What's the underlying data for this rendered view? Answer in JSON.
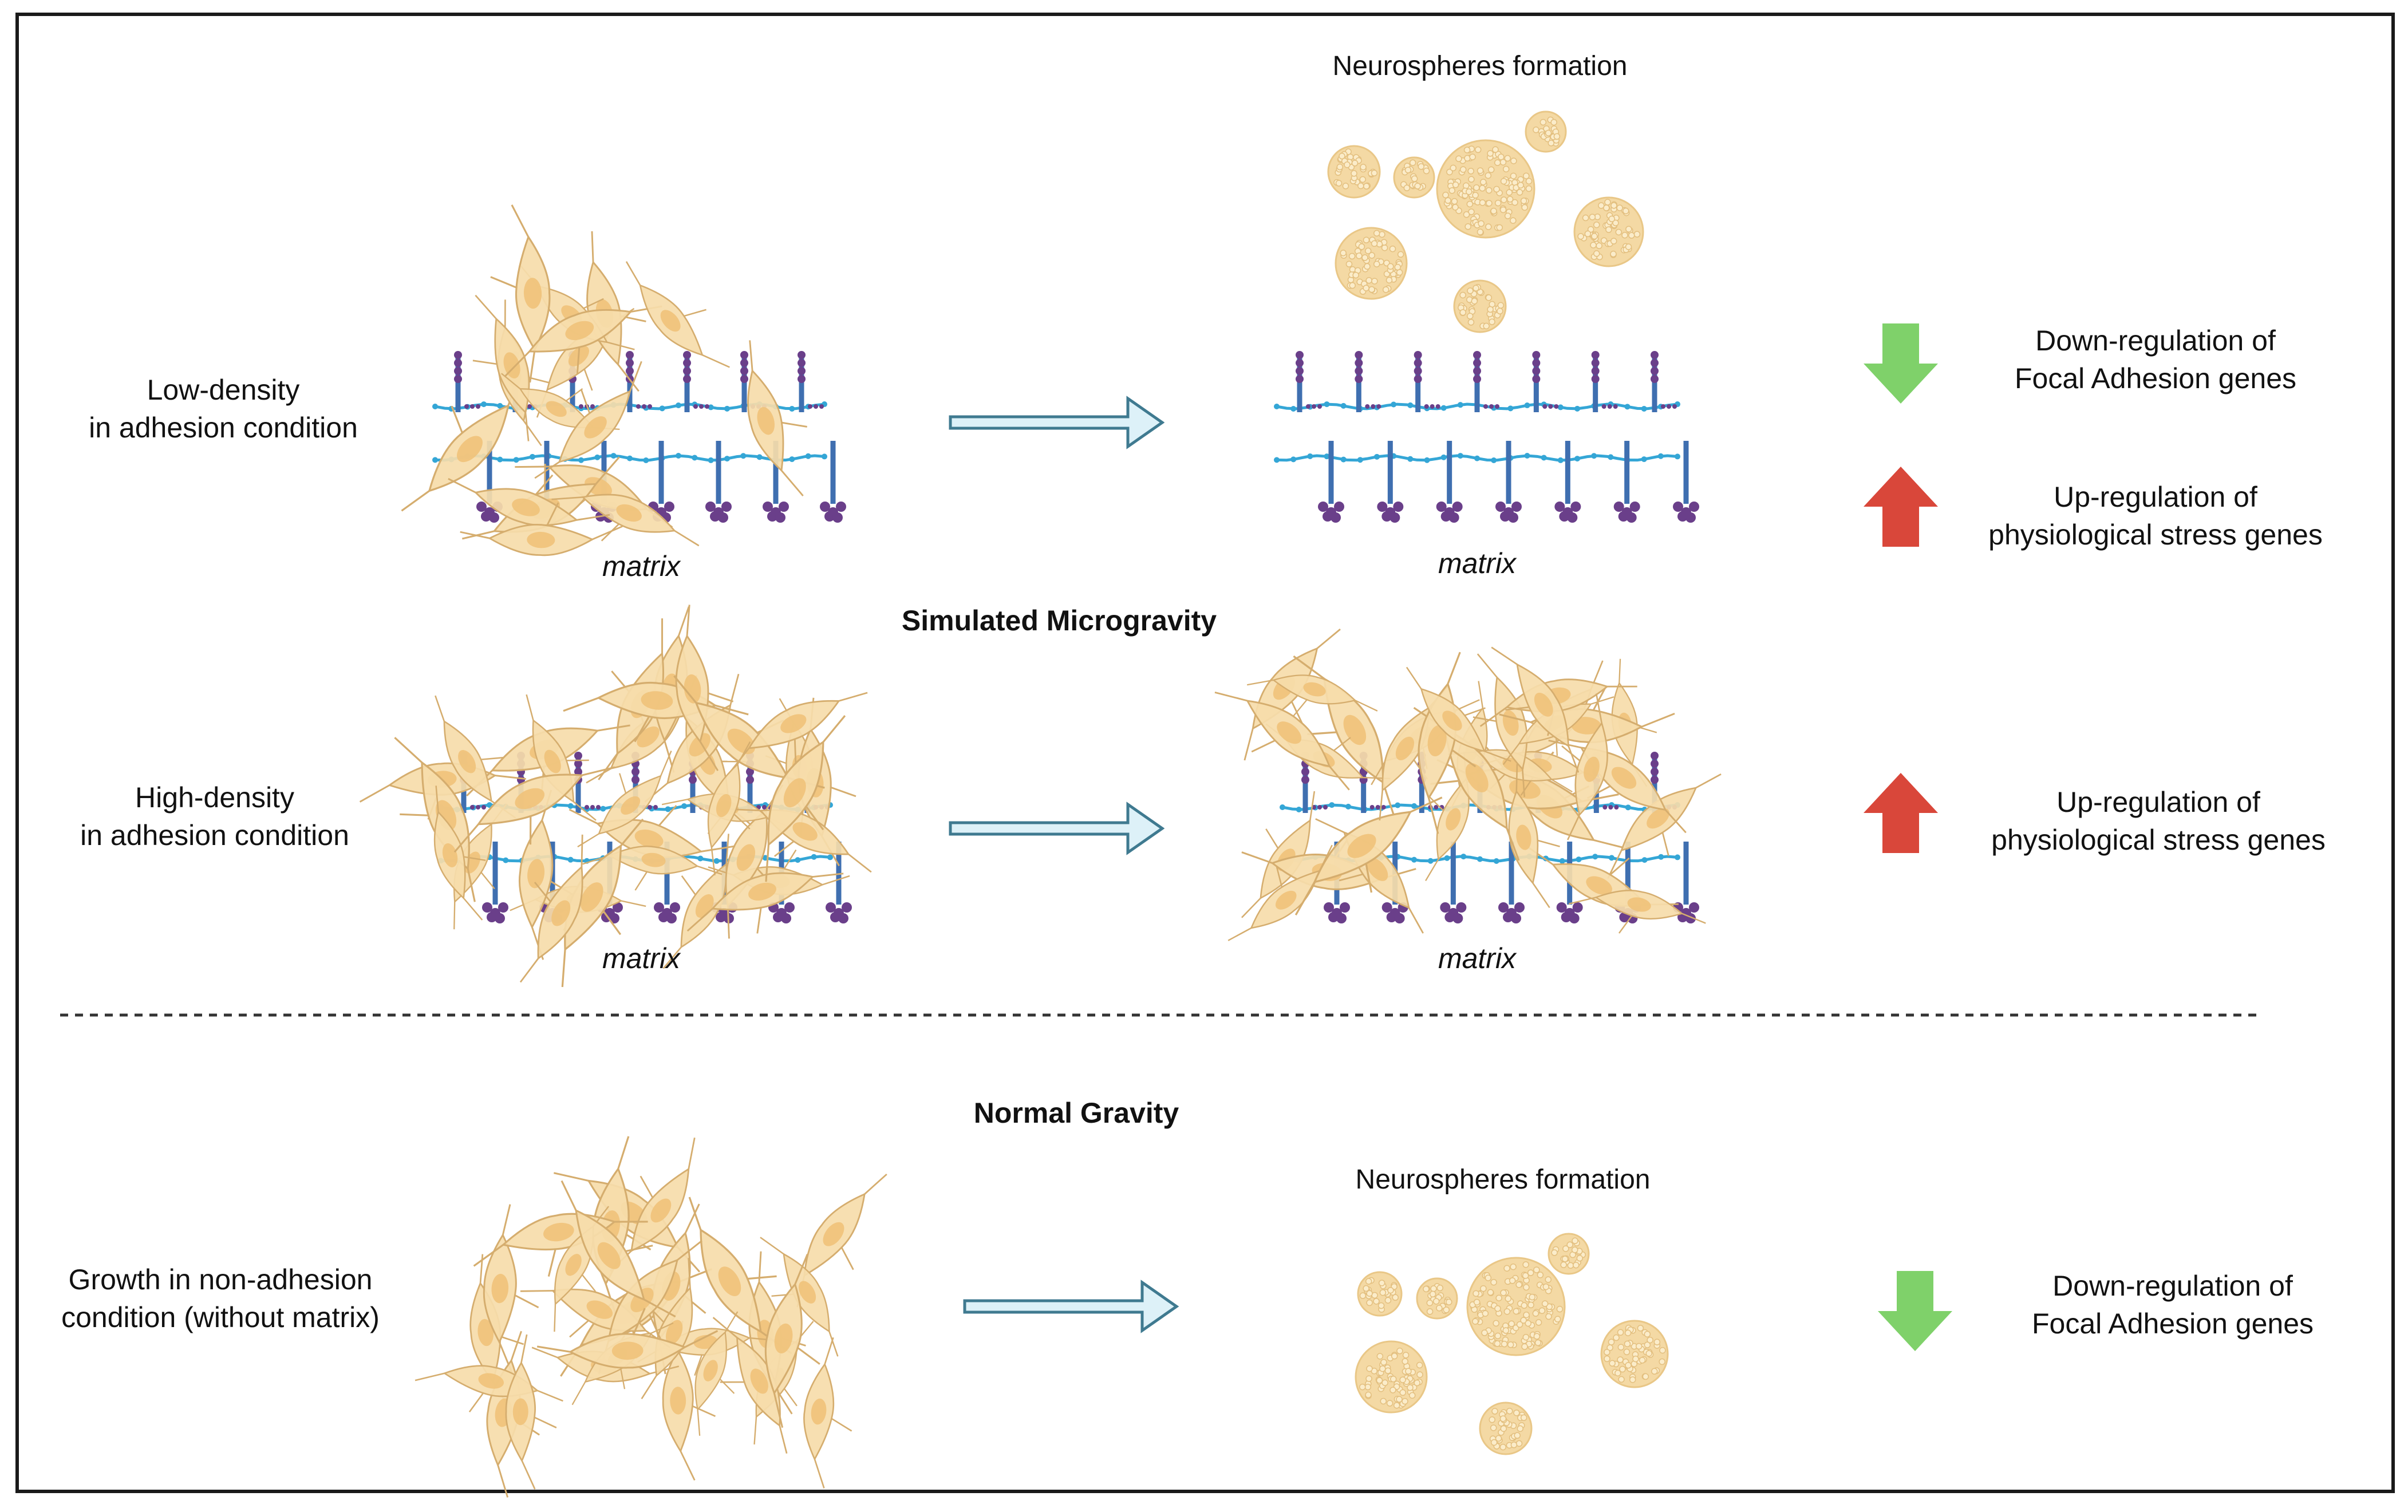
{
  "labels": {
    "low_density": [
      "Low-density",
      "in adhesion condition"
    ],
    "high_density": [
      "High-density",
      "in adhesion condition"
    ],
    "non_adhesion": [
      "Growth in non-adhesion",
      "condition (without matrix)"
    ],
    "matrix": "matrix",
    "neurospheres": "Neurospheres formation",
    "simulated": "Simulated Microgravity",
    "normal": "Normal Gravity"
  },
  "outcomes": {
    "down_focal": [
      "Down-regulation of",
      "Focal Adhesion genes"
    ],
    "up_stress": [
      "Up-regulation of",
      "physiological stress genes"
    ]
  },
  "colors": {
    "down_arrow": "#7fd16a",
    "up_arrow": "#d9473a",
    "process_arrow_fill": "#ddf1f8",
    "process_arrow_stroke": "#3f7a90",
    "cell_fill": "#f6dcaa",
    "cell_stroke": "#d5ad6e",
    "nucleus": "#f0c27a",
    "matrix_dot": "#6a3f8a",
    "matrix_bar": "#3f6fb0",
    "matrix_link": "#34a6d6",
    "sphere": "#f4d9a4"
  },
  "icons": {
    "down_arrow": "arrow-down-icon",
    "up_arrow": "arrow-up-icon",
    "process_arrow": "arrow-right-icon"
  }
}
